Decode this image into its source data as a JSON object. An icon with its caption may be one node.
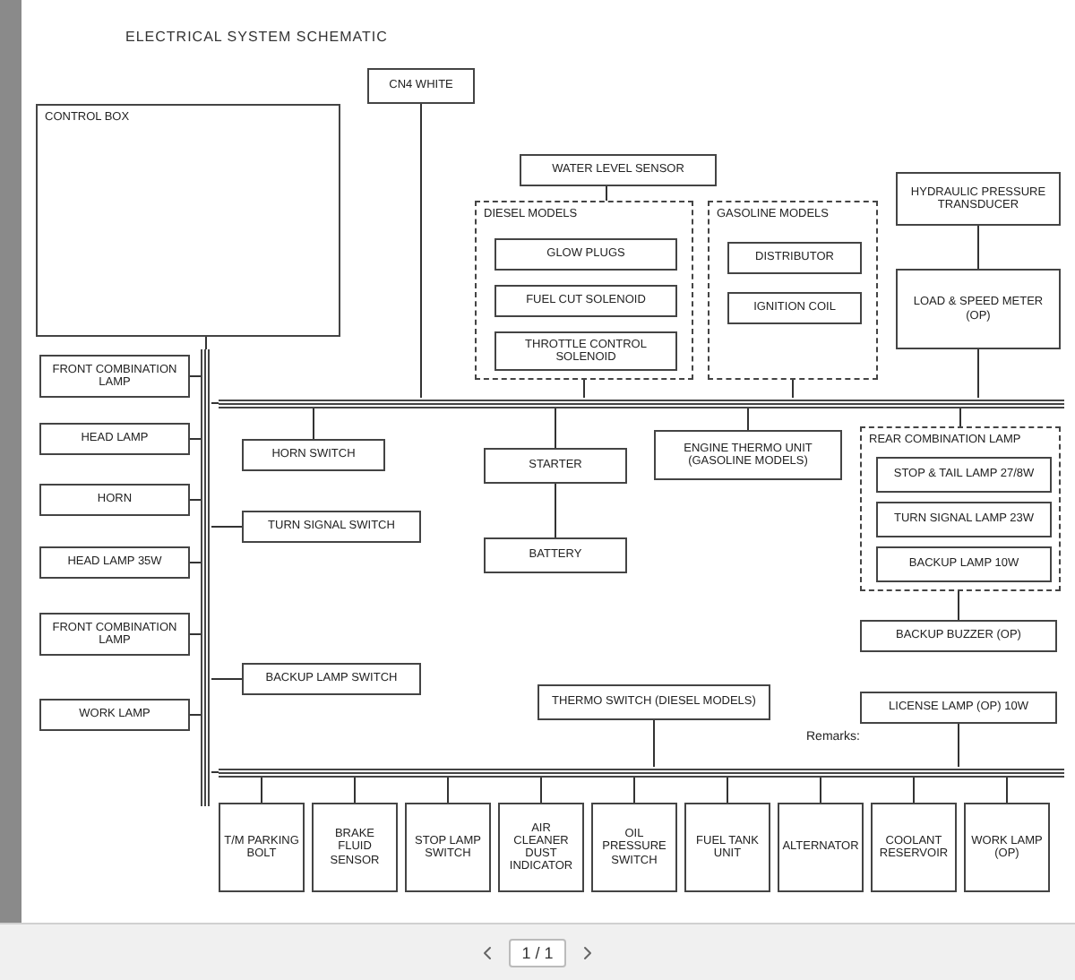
{
  "diagram": {
    "title": "ELECTRICAL SYSTEM SCHEMATIC",
    "nodes": [
      {
        "text": [
          "CONTROL BOX"
        ]
      },
      {
        "text": [
          "CN4 WHITE"
        ]
      },
      {
        "text": [
          "WATER LEVEL SENSOR"
        ]
      },
      {
        "text": [
          "DIESEL MODELS"
        ]
      },
      {
        "text": [
          "GLOW PLUGS"
        ],
        "in": 3
      },
      {
        "text": [
          "FUEL CUT SOLENOID"
        ],
        "in": 3
      },
      {
        "text": [
          "THROTTLE CONTROL SOLENOID"
        ],
        "in": 3
      },
      {
        "text": [
          "GASOLINE MODELS"
        ]
      },
      {
        "text": [
          "DISTRIBUTOR"
        ],
        "in": 7
      },
      {
        "text": [
          "IGNITION COIL"
        ],
        "in": 7
      },
      {
        "text": [
          "HYDRAULIC PRESSURE TRANSDUCER"
        ]
      },
      {
        "text": [
          "LOAD & SPEED METER (OP)"
        ]
      },
      {
        "text": [],
        "shape": "bar"
      },
      {
        "text": [],
        "shape": "bar"
      },
      {
        "text": [],
        "shape": "bar"
      },
      {
        "text": [
          "FRONT COMBINATION LAMP"
        ]
      },
      {
        "text": [
          "HEAD LAMP"
        ]
      },
      {
        "text": [
          "HORN"
        ]
      },
      {
        "text": [
          "HEAD LAMP 35W"
        ]
      },
      {
        "text": [
          "FRONT COMBINATION LAMP"
        ]
      },
      {
        "text": [
          "WORK LAMP"
        ]
      },
      {
        "text": [
          "HORN SWITCH"
        ]
      },
      {
        "text": [
          "TURN SIGNAL SWITCH"
        ]
      },
      {
        "text": [
          "BACKUP LAMP SWITCH"
        ]
      },
      {
        "text": [
          "STARTER"
        ]
      },
      {
        "text": [
          "BATTERY"
        ]
      },
      {
        "text": [
          "ENGINE THERMO UNIT (GASOLINE MODELS)"
        ]
      },
      {
        "text": [
          "THERMO SWITCH (DIESEL MODELS)"
        ]
      },
      {
        "text": [
          "REAR COMBINATION LAMP"
        ]
      },
      {
        "text": [
          "STOP & TAIL LAMP 27/8W"
        ],
        "in": 28
      },
      {
        "text": [
          "TURN SIGNAL LAMP 23W"
        ],
        "in": 28
      },
      {
        "text": [
          "BACKUP LAMP 10W"
        ],
        "in": 28
      },
      {
        "text": [
          "BACKUP BUZZER (OP)"
        ]
      },
      {
        "text": [
          "LICENSE LAMP (OP) 10W"
        ]
      },
      {
        "text": [
          "T/M PARKING BOLT"
        ]
      },
      {
        "text": [
          "BRAKE FLUID SENSOR"
        ]
      },
      {
        "text": [
          "STOP LAMP SWITCH"
        ]
      },
      {
        "text": [
          "AIR CLEANER DUST INDICATOR"
        ]
      },
      {
        "text": [
          "OIL PRESSURE SWITCH"
        ]
      },
      {
        "text": [
          "FUEL TANK UNIT"
        ]
      },
      {
        "text": [
          "ALTERNATOR"
        ]
      },
      {
        "text": [
          "COOLANT RESERVOIR"
        ]
      },
      {
        "text": [
          "WORK LAMP (OP)"
        ]
      }
    ],
    "edges": [
      {
        "from": 0,
        "to": 13,
        "arrow": "none"
      },
      {
        "from": 1,
        "to": 12,
        "arrow": "none"
      },
      {
        "from": 2,
        "to": 3,
        "arrow": "none"
      },
      {
        "from": 3,
        "to": 12,
        "arrow": "none"
      },
      {
        "from": 7,
        "to": 12,
        "arrow": "none"
      },
      {
        "from": 10,
        "to": 11,
        "arrow": "none"
      },
      {
        "from": 11,
        "to": 12,
        "arrow": "none"
      },
      {
        "from": 13,
        "to": 12,
        "arrow": "none"
      },
      {
        "from": 13,
        "to": 14,
        "arrow": "none"
      },
      {
        "from": 15,
        "to": 13,
        "arrow": "none"
      },
      {
        "from": 16,
        "to": 13,
        "arrow": "none"
      },
      {
        "from": 17,
        "to": 13,
        "arrow": "none"
      },
      {
        "from": 18,
        "to": 13,
        "arrow": "none"
      },
      {
        "from": 19,
        "to": 13,
        "arrow": "none"
      },
      {
        "from": 20,
        "to": 13,
        "arrow": "none"
      },
      {
        "from": 21,
        "to": 12,
        "arrow": "none"
      },
      {
        "from": 22,
        "to": 13,
        "arrow": "none"
      },
      {
        "from": 23,
        "to": 13,
        "arrow": "none"
      },
      {
        "from": 24,
        "to": 12,
        "arrow": "none"
      },
      {
        "from": 25,
        "to": 24,
        "arrow": "none"
      },
      {
        "from": 26,
        "to": 12,
        "arrow": "none"
      },
      {
        "from": 27,
        "to": 14,
        "arrow": "none"
      },
      {
        "from": 28,
        "to": 12,
        "arrow": "none"
      },
      {
        "from": 32,
        "to": 28,
        "arrow": "none"
      },
      {
        "from": 33,
        "to": 14,
        "arrow": "none"
      },
      {
        "from": 34,
        "to": 14,
        "arrow": "none"
      },
      {
        "from": 35,
        "to": 14,
        "arrow": "none"
      },
      {
        "from": 36,
        "to": 14,
        "arrow": "none"
      },
      {
        "from": 37,
        "to": 14,
        "arrow": "none"
      },
      {
        "from": 38,
        "to": 14,
        "arrow": "none"
      },
      {
        "from": 39,
        "to": 14,
        "arrow": "none"
      },
      {
        "from": 40,
        "to": 14,
        "arrow": "none"
      },
      {
        "from": 41,
        "to": 14,
        "arrow": "none"
      },
      {
        "from": 42,
        "to": 14,
        "arrow": "none"
      }
    ],
    "labels": [
      "Remarks:",
      "1 / 1"
    ]
  }
}
